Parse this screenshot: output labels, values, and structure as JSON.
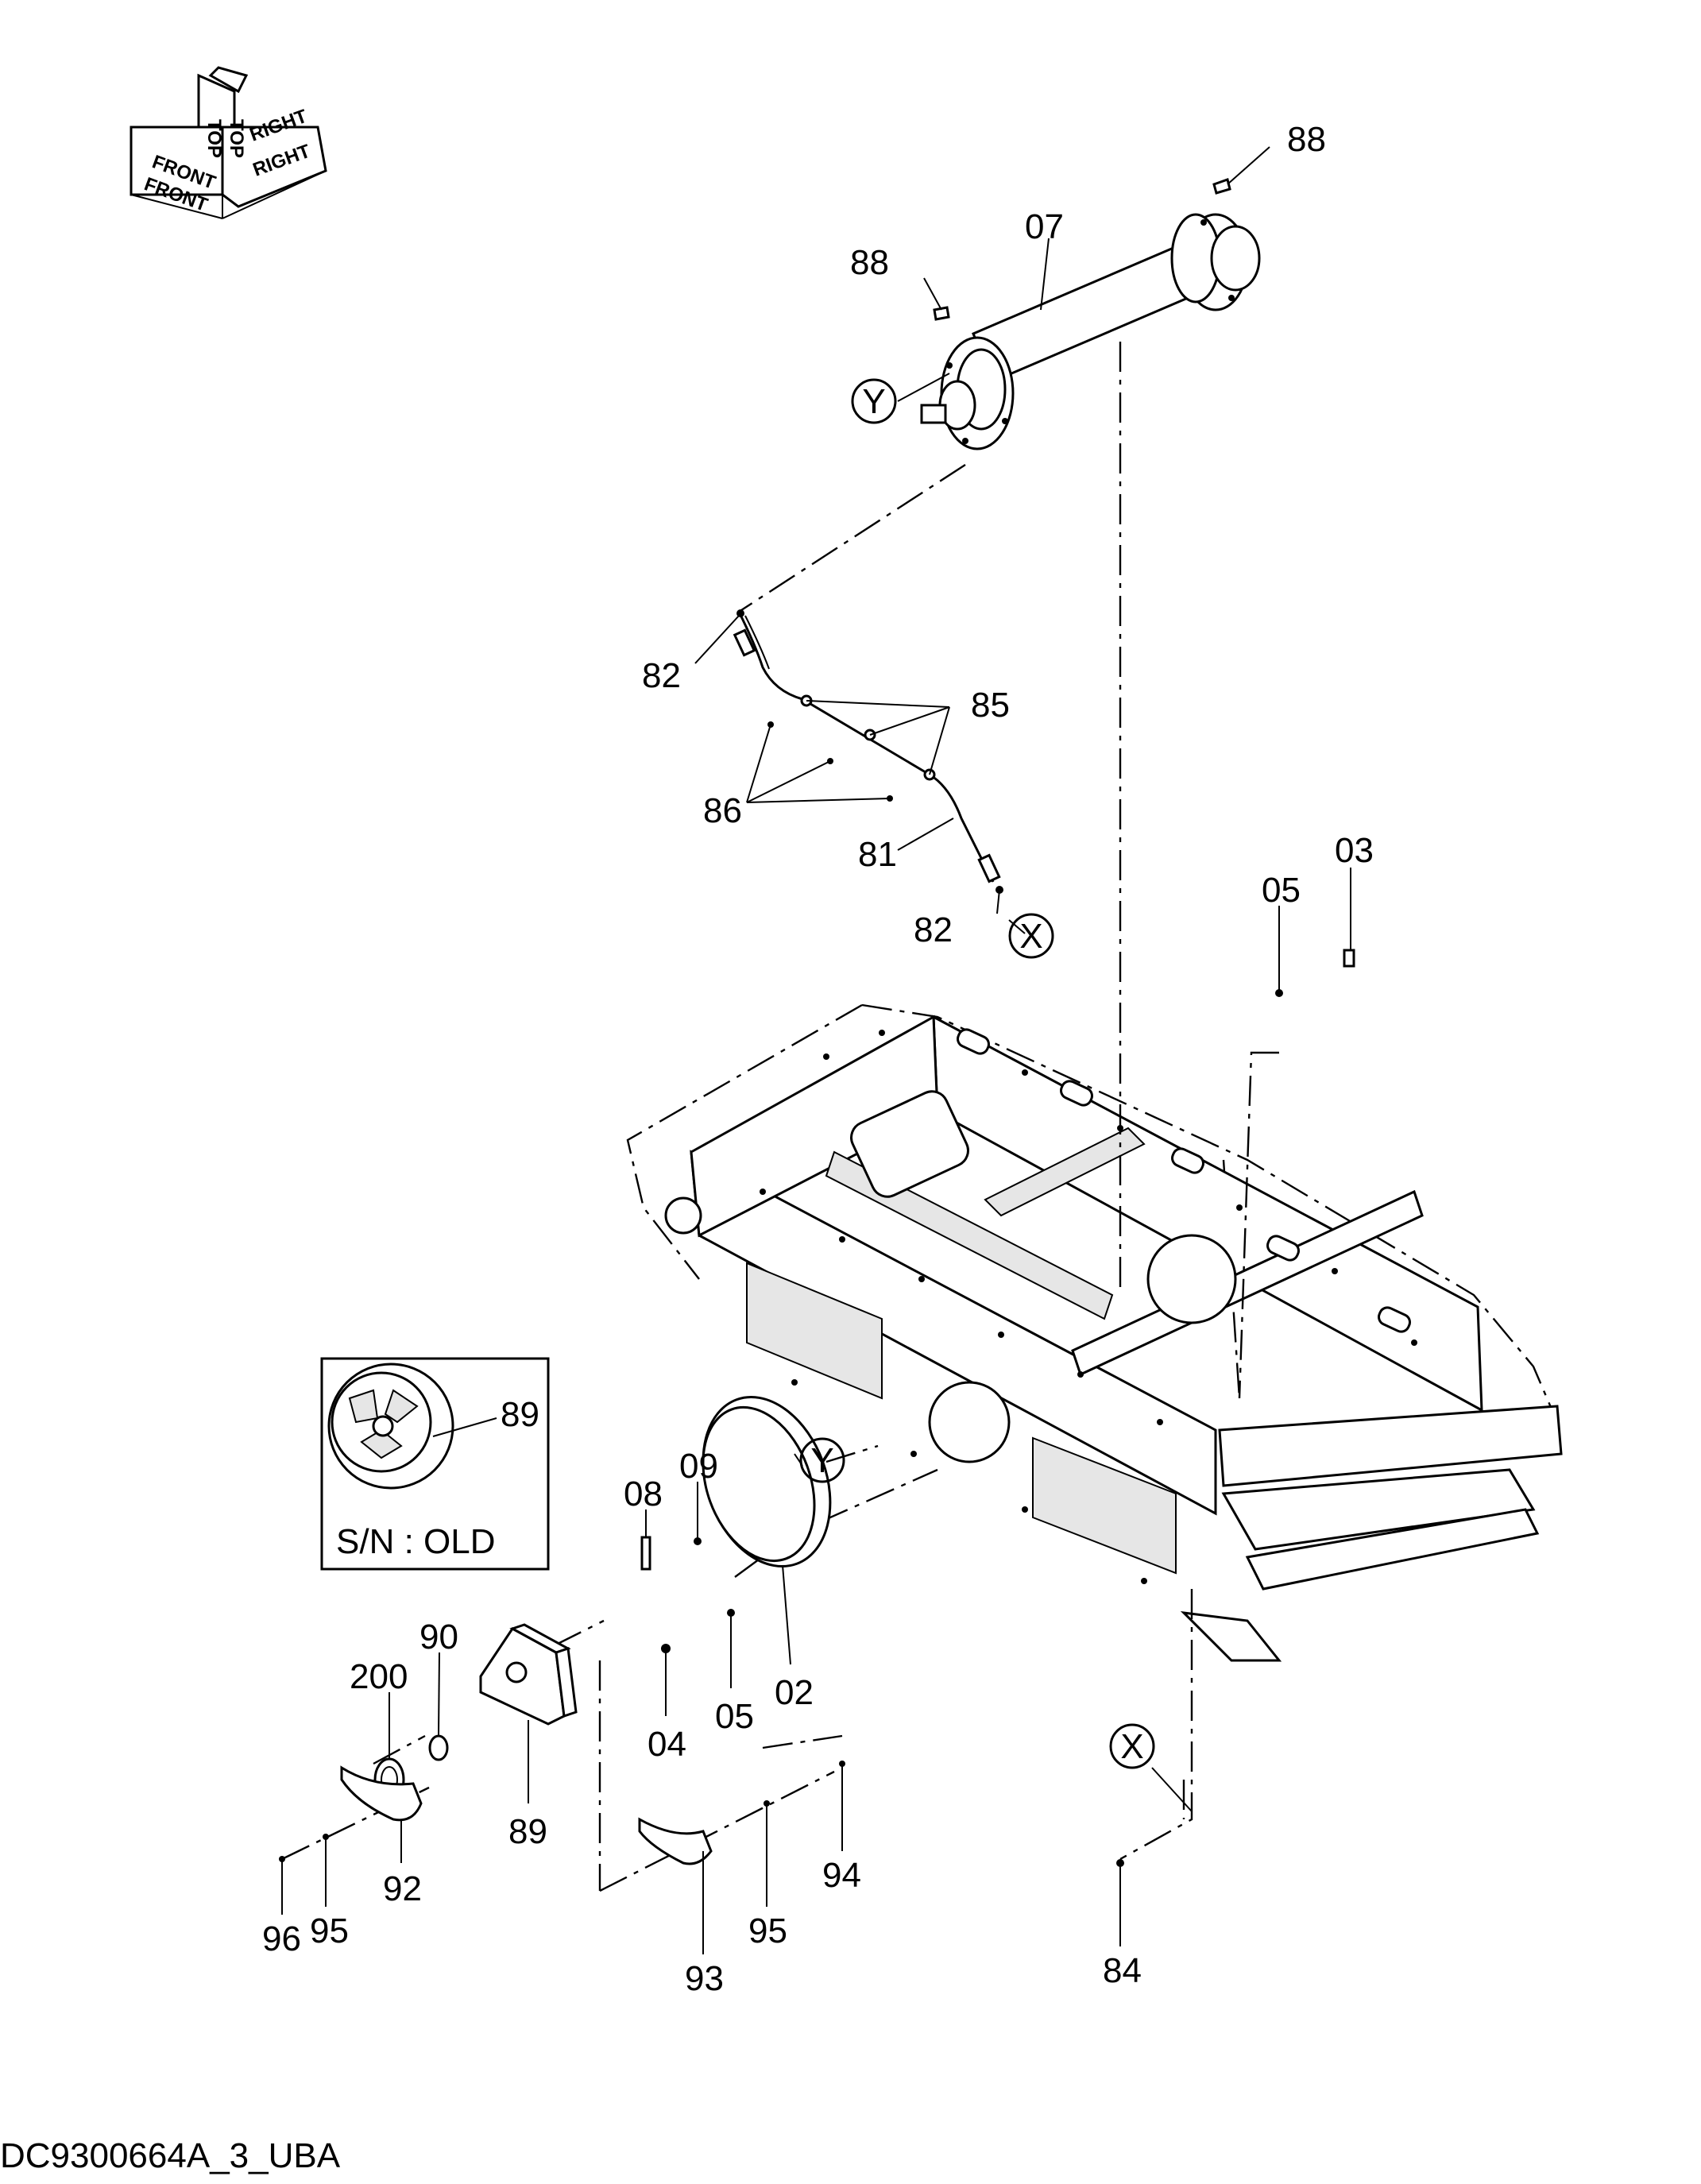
{
  "orientation_badge": {
    "labels": [
      "FRONT",
      "TOP",
      "RIGHT",
      "FRONT",
      "TOP",
      "RIGHT"
    ]
  },
  "inset": {
    "part_number": "89",
    "caption": "S/N : OLD"
  },
  "callouts": {
    "shaft": "07",
    "pin_top_right": "88",
    "pin_top_left": "88",
    "ref_y_top": "Y",
    "hose_top": "82",
    "hose_clamp": "85",
    "hose_spacer": "86",
    "hose": "81",
    "hose_bottom": "82",
    "ref_x_mid": "X",
    "bolt_frame": "03",
    "washer_frame": "05",
    "screw_plate": "08",
    "washer_plate": "09",
    "ref_y_low": "Y",
    "nut": "04",
    "washer_low": "05",
    "brake_disc": "02",
    "seal": "200",
    "snap_ring": "90",
    "bracket": "89",
    "shoe_left": "92",
    "washer_left": "95",
    "bolt_left": "96",
    "shoe_right": "93",
    "washer_right": "95",
    "bolt_right": "94",
    "ref_x_low": "X",
    "fitting": "84"
  },
  "drawing_id": "DC9300664A_3_UBA"
}
